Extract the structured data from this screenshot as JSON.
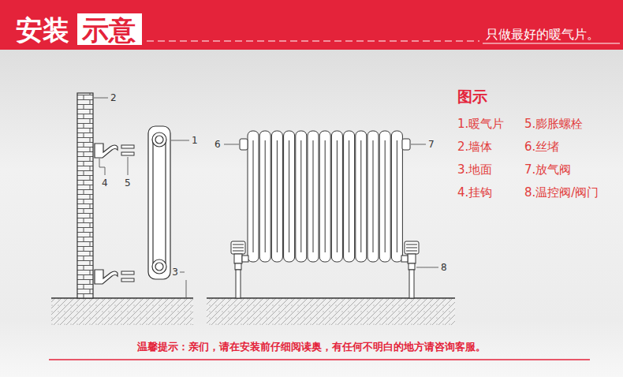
{
  "diagram": {
    "labels": [
      "安装",
      "示意",
      "只做最好的暖气片。",
      "2",
      "1",
      "4",
      "5",
      "3",
      "6",
      "7",
      "8",
      "图示",
      "1.暖气片",
      "5.膨胀螺栓",
      "2.墙体",
      "6.丝堵",
      "3.地面",
      "7.放气阀",
      "4.挂钩",
      "8.温控阀/阀门",
      "温馨提示：亲们，请在安装前仔细阅读奥，有任何不明白的地方请咨询客服。"
    ]
  }
}
